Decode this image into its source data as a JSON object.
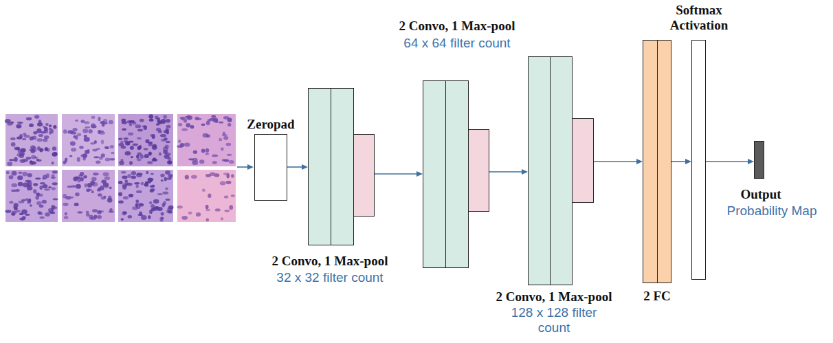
{
  "diagram": {
    "nodes": [
      {
        "text": [
          "Zeropad"
        ]
      },
      {
        "text": [
          "2 Convo, 1 Max-pool",
          "32 x 32 filter count"
        ]
      },
      {
        "text": [
          "2 Convo, 1 Max-pool",
          "64 x 64 filter count"
        ]
      },
      {
        "text": [
          "2 Convo, 1 Max-pool",
          "128 x 128 filter count"
        ]
      },
      {
        "text": [
          "2 FC"
        ]
      },
      {
        "text": [
          "Softmax Activation"
        ]
      },
      {
        "text": [
          "Output",
          "Probability Map"
        ]
      }
    ],
    "edges": [
      {
        "from": 0,
        "to": 1,
        "arrow": "to"
      },
      {
        "from": 1,
        "to": 2,
        "arrow": "to"
      },
      {
        "from": 2,
        "to": 3,
        "arrow": "to"
      },
      {
        "from": 3,
        "to": 4,
        "arrow": "to"
      },
      {
        "from": 4,
        "to": 5,
        "arrow": "to"
      },
      {
        "from": 5,
        "to": 6,
        "arrow": "to"
      }
    ]
  }
}
